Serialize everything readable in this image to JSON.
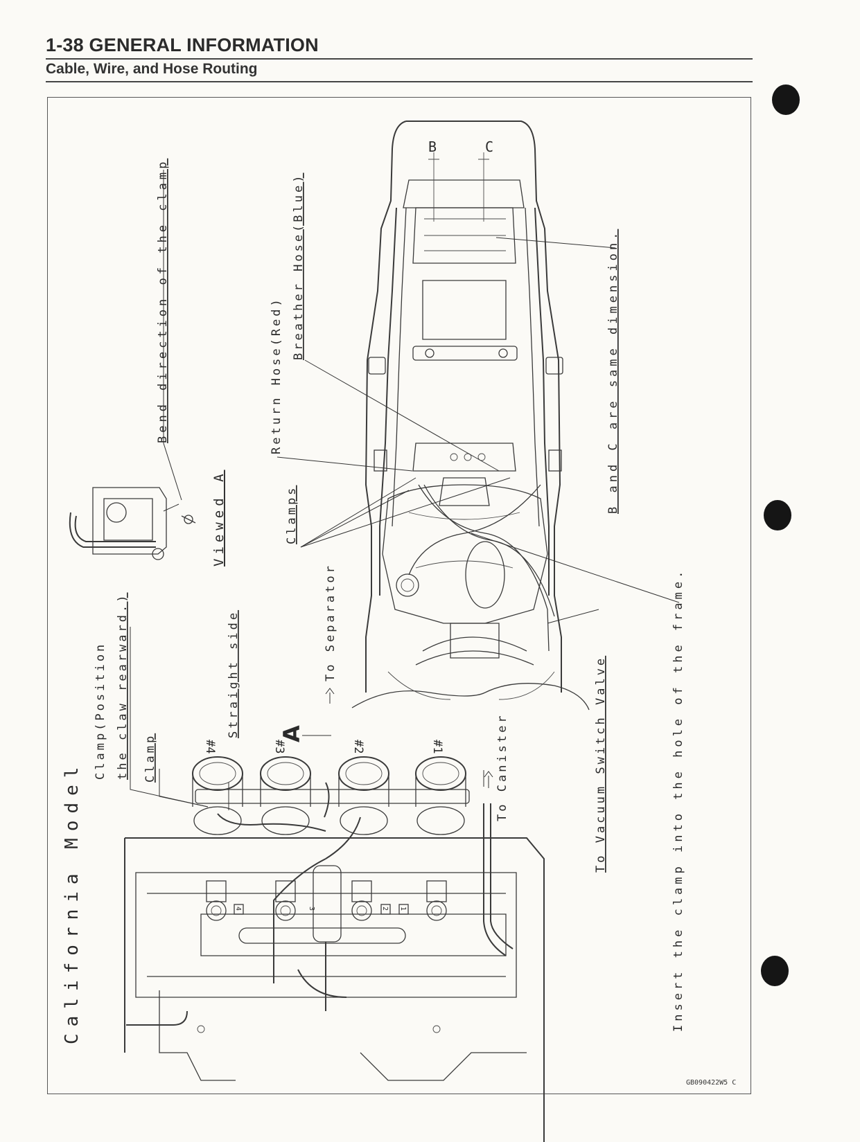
{
  "header": {
    "title": "1-38 GENERAL INFORMATION",
    "subtitle": "Cable, Wire, and Hose Routing"
  },
  "labels": {
    "model": "California Model",
    "bend_direction": "Bend direction of the clamp",
    "viewed_a": "Viewed A",
    "clamp_position_1": "Clamp(Position",
    "clamp_position_2": "the claw rearward.)",
    "clamp": "Clamp",
    "straight_side": "Straight side",
    "to_separator": "To Separator",
    "to_canister": "To Canister",
    "to_vacuum": "To Vacuum Switch Valve",
    "clamps": "Clamps",
    "return_hose": "Return Hose(Red)",
    "breather_hose": "Breather Hose(Blue)",
    "b_and_c": "B and C are same dimension.",
    "insert_clamp": "Insert the clamp into the hole of the frame.",
    "view_marker": "A",
    "dim_b": "B",
    "dim_c": "C",
    "cyl_4": "#4",
    "cyl_3": "#3",
    "cyl_2": "#2",
    "cyl_1": "#1",
    "plug_4": "4",
    "plug_3": "3",
    "plug_2": "2",
    "plug_1": "1"
  },
  "footer": {
    "figure_code": "GB090422W5 C"
  }
}
